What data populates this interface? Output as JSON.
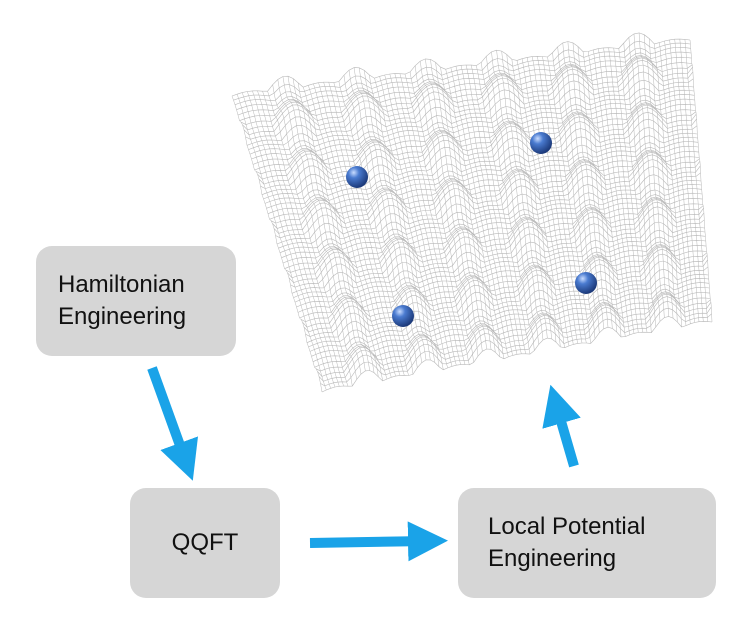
{
  "nodes": {
    "hamiltonian": {
      "line1": "Hamiltonian",
      "line2": "Engineering"
    },
    "qqft": {
      "label": "QQFT"
    },
    "local_potential": {
      "line1": "Local Potential",
      "line2": "Engineering"
    }
  },
  "colors": {
    "box_fill": "#d6d6d6",
    "arrow": "#1aa3e8",
    "mesh": "#b8b8b8",
    "atom": "#2f5fb5"
  },
  "edges": [
    {
      "from": "hamiltonian",
      "to": "qqft"
    },
    {
      "from": "qqft",
      "to": "local_potential"
    },
    {
      "from": "local_potential",
      "to": "optical-lattice"
    }
  ],
  "lattice": {
    "atoms": 4
  }
}
